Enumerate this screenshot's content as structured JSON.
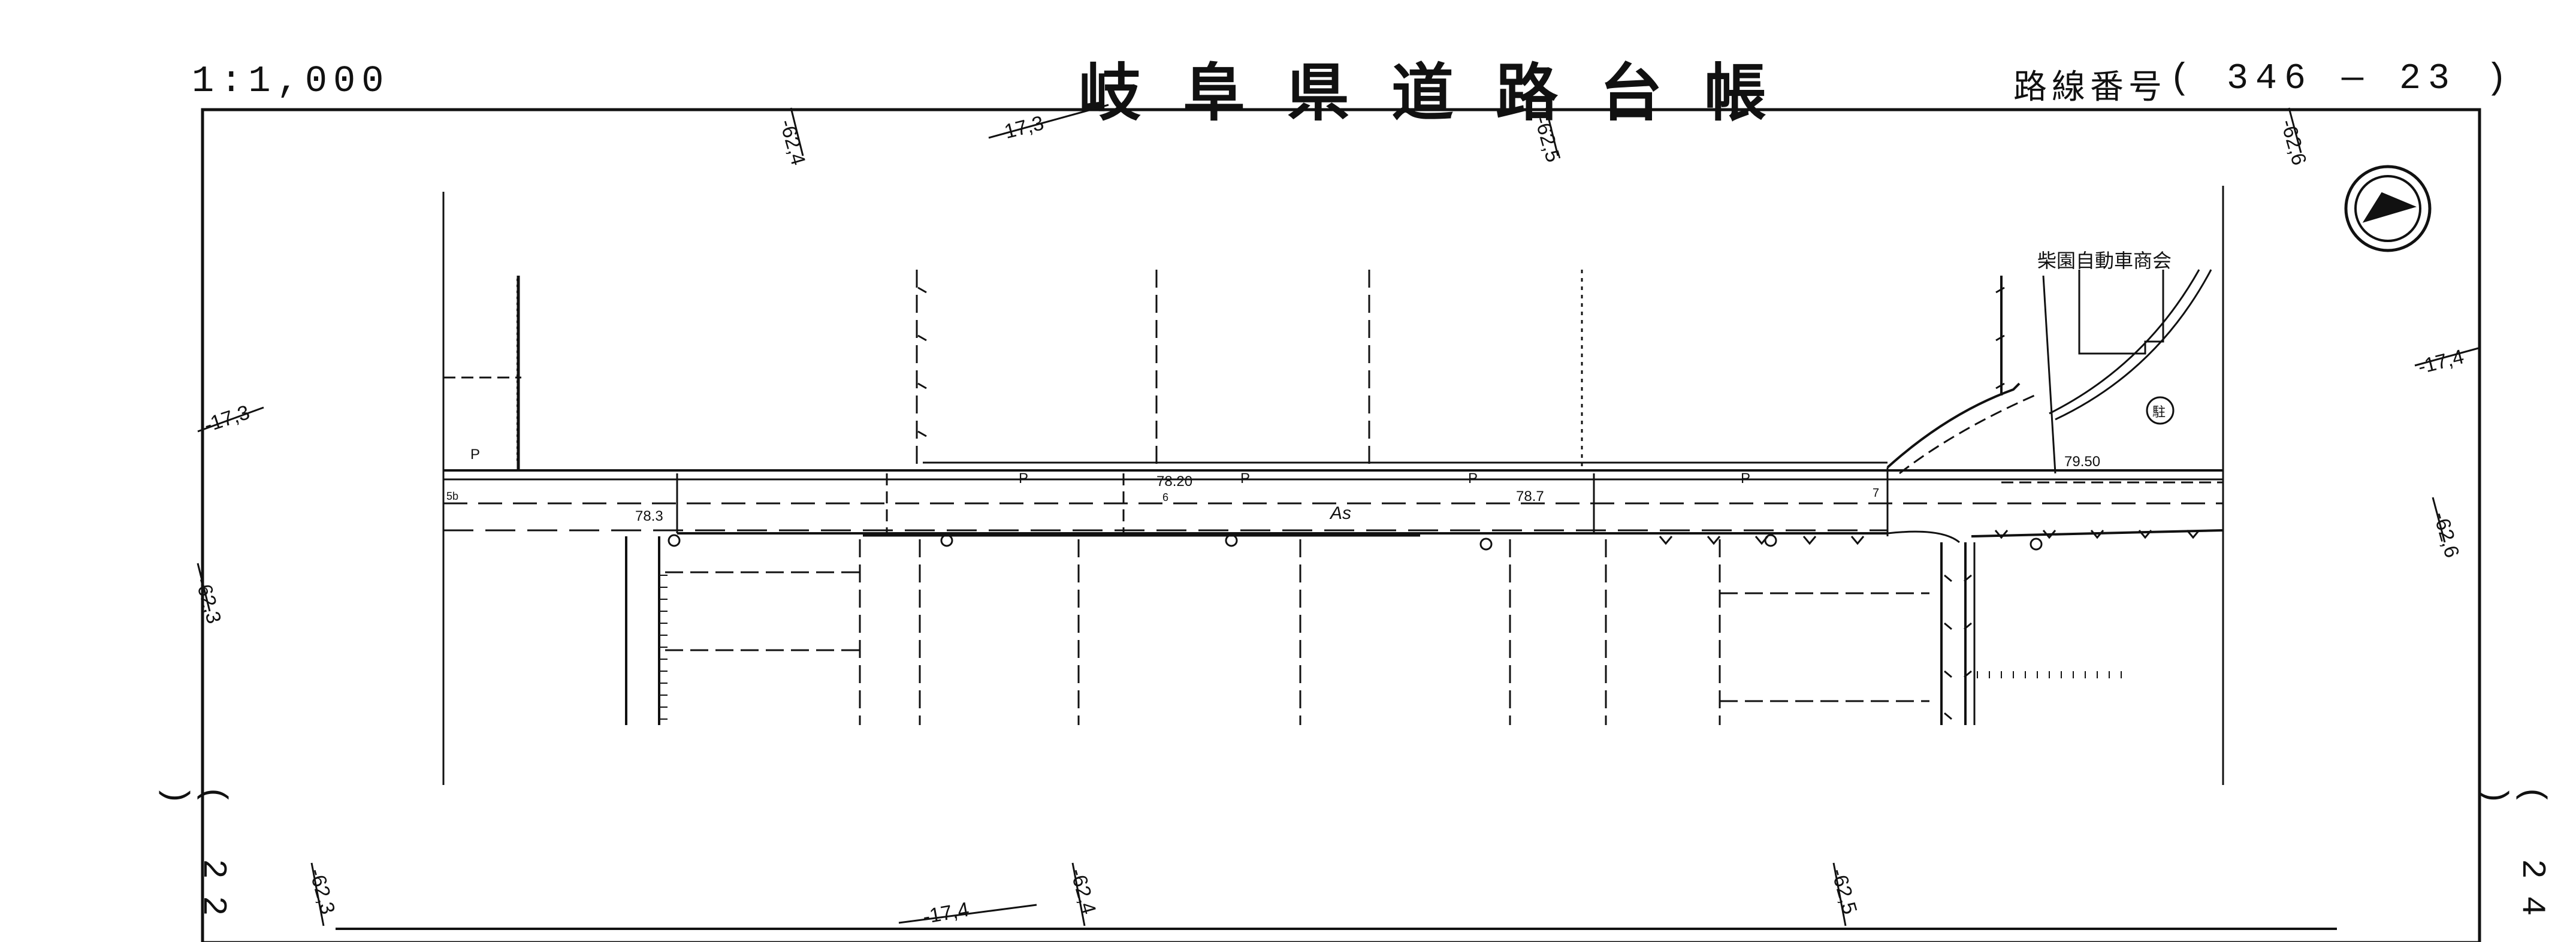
{
  "header": {
    "scale": "1:1,000",
    "title": "岐阜県道路台帳",
    "route_label": "路線番号",
    "route_number": "( 346 — 23 )"
  },
  "sheet_links": {
    "left": "( 22 )",
    "right": "( 24 )"
  },
  "grid_labels": {
    "top_62_4": "-62,4",
    "top_17_3": "-17,3",
    "top_62_5": "-62,5",
    "top_62_6": "-62,6",
    "left_17_3": "-17,3",
    "left_62_3": "-62,3",
    "right_17_4": "-17,4",
    "right_62_6": "-62,6",
    "bottom_62_3": "-62,3",
    "bottom_17_4": "-17,4",
    "bottom_62_4": "-62,4",
    "bottom_62_5": "-62,5"
  },
  "map_labels": {
    "shop_name": "柴園自動車商会",
    "parking_symbol": "駐",
    "pavement": "As",
    "elev_1": "78.3",
    "elev_2": "78.20",
    "elev_3": "78.7",
    "elev_4": "79.50",
    "p1": "P",
    "p2": "P",
    "p3": "P",
    "p4": "P",
    "p5": "P",
    "mark_5b": "5b",
    "mark_6": "6",
    "mark_7": "7"
  },
  "colors": {
    "ink": "#111111",
    "paper": "#ffffff"
  }
}
